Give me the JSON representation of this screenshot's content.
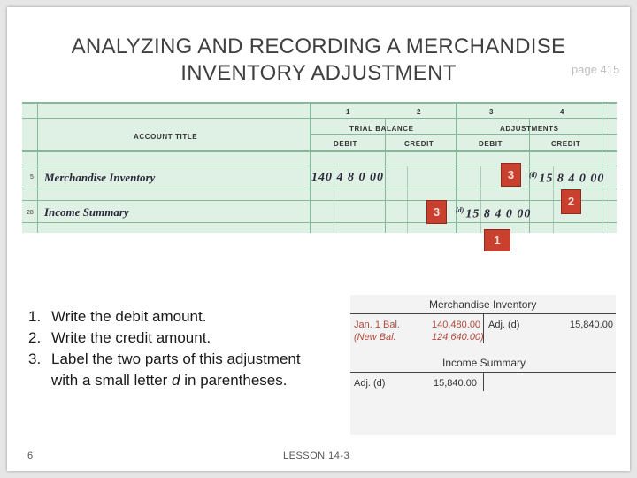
{
  "slide": {
    "title_line1": "ANALYZING AND RECORDING A MERCHANDISE",
    "title_line2": "INVENTORY ADJUSTMENT",
    "page_ref": "page 415",
    "footer_number": "6",
    "footer_lesson": "LESSON 14-3"
  },
  "worksheet": {
    "column_numbers": [
      "1",
      "2",
      "3",
      "4"
    ],
    "account_title_header": "ACCOUNT TITLE",
    "trial_balance_header": "TRIAL BALANCE",
    "adjustments_header": "ADJUSTMENTS",
    "debit_label": "DEBIT",
    "credit_label": "CREDIT",
    "rows": [
      {
        "line": "5",
        "account": "Merchandise Inventory",
        "tb_debit": "140 4 8 0 00",
        "adj_label": "(d)",
        "adj_credit": "15 8 4 0 00"
      },
      {
        "line": "28",
        "account": "Income Summary",
        "adj_label": "(d)",
        "adj_debit": "15 8 4 0 00"
      }
    ]
  },
  "badges": [
    "3",
    "3",
    "2",
    "1"
  ],
  "steps": [
    {
      "num": "1.",
      "text": "Write the debit amount."
    },
    {
      "num": "2.",
      "text": "Write the credit amount."
    },
    {
      "num": "3.",
      "text_before": "Label the two parts of this adjustment with a small letter ",
      "text_emph": "d",
      "text_after": " in parentheses."
    }
  ],
  "t_accounts": {
    "merch_title": "Merchandise Inventory",
    "jan_label": "Jan. 1 Bal.",
    "jan_amount": "140,480.00",
    "new_label": "(New Bal.",
    "new_amount": "124,640.00)",
    "adj_credit_label": "Adj. (d)",
    "adj_credit_amount": "15,840.00",
    "income_title": "Income Summary",
    "adj_debit_label": "Adj. (d)",
    "adj_debit_amount": "15,840.00"
  },
  "colors": {
    "sheet_bg": "#dff0e4",
    "badge": "#c9402e",
    "handwritten_red": "#b04a3c"
  }
}
